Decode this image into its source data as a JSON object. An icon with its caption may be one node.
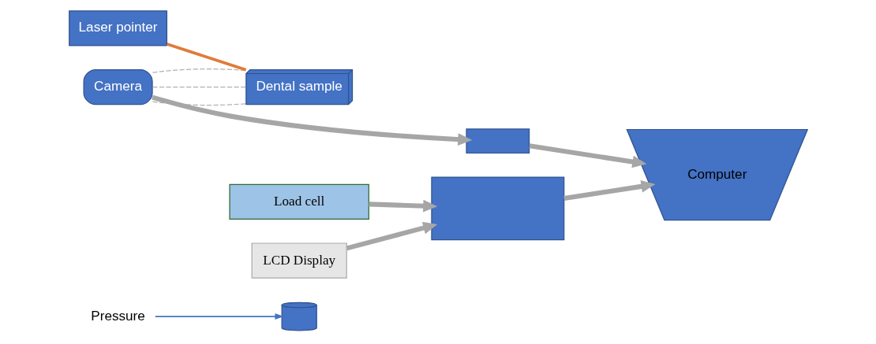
{
  "diagram": {
    "nodes": [
      {
        "text": [
          "Pressure"
        ]
      },
      {
        "text": [],
        "shape": "cylinder"
      },
      {
        "text": [
          "Dental sample"
        ]
      },
      {
        "text": [
          "Load cell"
        ]
      },
      {
        "text": [
          "Camera"
        ]
      },
      {
        "text": [
          "Laser pointer"
        ]
      },
      {
        "text": [],
        "shape": "box"
      },
      {
        "text": [],
        "shape": "box"
      },
      {
        "text": [
          "LCD Display"
        ]
      },
      {
        "text": [
          "Computer"
        ]
      }
    ],
    "edges": [
      {
        "from": 0,
        "to": 1,
        "arrow": "to",
        "color": "#4472c4"
      },
      {
        "from": 4,
        "to": 2,
        "arrow": "none",
        "style": "dashed",
        "color": "#b0b0b0"
      },
      {
        "from": 4,
        "to": 2,
        "arrow": "none",
        "style": "dashed",
        "color": "#b0b0b0"
      },
      {
        "from": 4,
        "to": 2,
        "arrow": "none",
        "style": "dashed",
        "color": "#b0b0b0"
      },
      {
        "from": 5,
        "to": 2,
        "arrow": "none",
        "color": "#e07b39"
      },
      {
        "from": 4,
        "to": 6,
        "arrow": "to"
      },
      {
        "from": 6,
        "to": 9,
        "arrow": "to"
      },
      {
        "from": 3,
        "to": 7,
        "arrow": "to"
      },
      {
        "from": 8,
        "to": 7,
        "arrow": "to"
      },
      {
        "from": 7,
        "to": 9,
        "arrow": "to"
      }
    ]
  }
}
